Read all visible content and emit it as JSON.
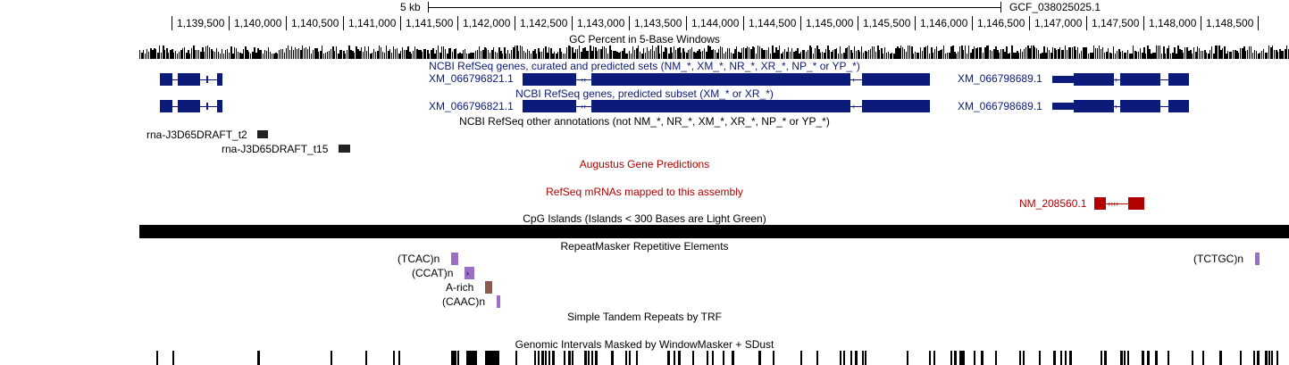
{
  "ruler": {
    "scale_label": "5 kb",
    "assembly": "GCF_038025025.1",
    "ticks": [
      "1,139,500",
      "1,140,000",
      "1,140,500",
      "1,141,000",
      "1,141,500",
      "1,142,000",
      "1,142,500",
      "1,143,000",
      "1,143,500",
      "1,144,000",
      "1,144,500",
      "1,145,000",
      "1,145,500",
      "1,146,000",
      "1,146,500",
      "1,147,000",
      "1,147,500",
      "1,148,000",
      "1,148,500"
    ]
  },
  "tracks": {
    "gc_percent": "GC Percent in 5-Base Windows",
    "refseq_curated": "NCBI RefSeq genes, curated and predicted sets (NM_*, XM_*, NR_*, XR_*, NP_* or YP_*)",
    "refseq_predicted": "NCBI RefSeq genes, predicted subset (XM_* or XR_*)",
    "refseq_other": "NCBI RefSeq other annotations (not NM_*, NR_*, XM_*, XR_*, NP_* or YP_*)",
    "augustus": "Augustus Gene Predictions",
    "refseq_mrnas": "RefSeq mRNAs mapped to this assembly",
    "cpg": "CpG Islands (Islands < 300 Bases are Light Green)",
    "repeatmasker": "RepeatMasker Repetitive Elements",
    "simple_repeats": "Simple Tandem Repeats by TRF",
    "windowmasker": "Genomic Intervals Masked by WindowMasker + SDust"
  },
  "features": {
    "curated_gene_1": "XM_066796821.1",
    "curated_gene_2": "XM_066798689.1",
    "predicted_gene_1": "XM_066796821.1",
    "predicted_gene_2": "XM_066798689.1",
    "other_1": "rna-J3D65DRAFT_t2",
    "other_2": "rna-J3D65DRAFT_t15",
    "mrna_1": "NM_208560.1",
    "repeat_1": "(TCAC)n",
    "repeat_2": "(CCAT)n",
    "repeat_3": "A-rich",
    "repeat_4": "(CAAC)n",
    "repeat_5": "(TCTGC)n"
  },
  "colors": {
    "gene": "#0c1a7a",
    "mrna": "#b20000",
    "repeat_simple": "#9b6fc4",
    "repeat_lowcomplex": "#8b5a50",
    "black": "#000000"
  }
}
